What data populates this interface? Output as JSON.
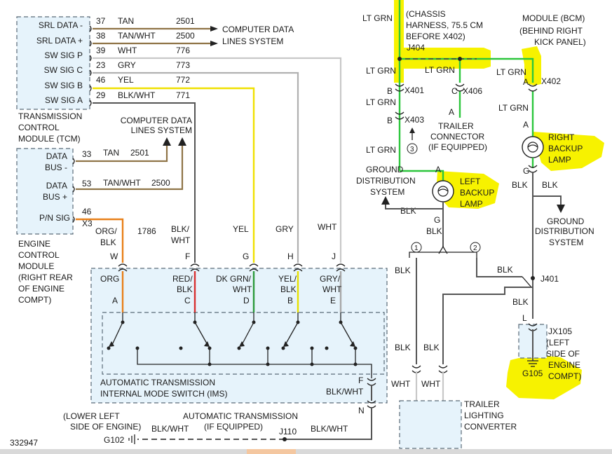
{
  "doc_id": "332947",
  "tcm": {
    "title": [
      "TRANSMISSION",
      "CONTROL",
      "MODULE (TCM)"
    ],
    "pins": [
      {
        "label": "SRL DATA -",
        "num": "37",
        "color": "TAN",
        "circuit": "2501"
      },
      {
        "label": "SRL DATA +",
        "num": "38",
        "color": "TAN/WHT",
        "circuit": "2500"
      },
      {
        "label": "SW SIG P",
        "num": "39",
        "color": "WHT",
        "circuit": "776"
      },
      {
        "label": "SW SIG C",
        "num": "23",
        "color": "GRY",
        "circuit": "773"
      },
      {
        "label": "SW SIG B",
        "num": "46",
        "color": "YEL",
        "circuit": "772"
      },
      {
        "label": "SW SIG A",
        "num": "29",
        "color": "BLK/WHT",
        "circuit": "771"
      }
    ],
    "cdl_top": [
      "COMPUTER DATA",
      "LINES SYSTEM"
    ]
  },
  "ecm": {
    "cdl": [
      "COMPUTER DATA",
      "LINES SYSTEM"
    ],
    "pins": [
      {
        "label": [
          "DATA",
          "BUS -"
        ],
        "num": "33",
        "color": "TAN",
        "circuit": "2501"
      },
      {
        "label": [
          "DATA",
          "BUS +"
        ],
        "num": "53",
        "color": "TAN/WHT",
        "circuit": "2500"
      },
      {
        "label": [
          "P/N SIG"
        ],
        "num": "46",
        "conn": "X3"
      }
    ],
    "title": [
      "ENGINE",
      "CONTROL",
      "MODULE",
      "(RIGHT REAR",
      "OF ENGINE",
      "COMPT)"
    ]
  },
  "ims": {
    "top_wires": [
      {
        "color": [
          "ORG/",
          "BLK"
        ],
        "circuit": "1786",
        "pin": "W"
      },
      {
        "color": [
          "BLK/",
          "WHT"
        ],
        "pin": "F"
      },
      {
        "color": [
          "YEL"
        ],
        "pin": "G"
      },
      {
        "color": [
          "GRY"
        ],
        "pin": "H"
      },
      {
        "color": [
          "WHT"
        ],
        "pin": "J"
      }
    ],
    "inner": [
      {
        "color": [
          "ORG"
        ],
        "pin": "A"
      },
      {
        "color": [
          "RED/",
          "BLK"
        ],
        "pin": "C"
      },
      {
        "color": [
          "DK GRN/",
          "WHT"
        ],
        "pin": "D"
      },
      {
        "color": [
          "YEL/",
          "BLK"
        ],
        "pin": "B"
      },
      {
        "color": [
          "GRY/",
          "WHT"
        ],
        "pin": "E"
      }
    ],
    "title": [
      "AUTOMATIC TRANSMISSION",
      "INTERNAL MODE SWITCH (IMS)"
    ],
    "out_pin_f": "F",
    "out_color": "BLK/WHT",
    "out_pin_n": "N"
  },
  "ground_bottom": {
    "g102_note": [
      "(LOWER LEFT",
      "SIDE OF ENGINE)"
    ],
    "g102": "G102",
    "wire_left": "BLK/WHT",
    "at_note": [
      "AUTOMATIC TRANSMISSION",
      "(IF EQUIPPED)"
    ],
    "splice": "J110",
    "wire_right": "BLK/WHT"
  },
  "right_side": {
    "chassis_note": [
      "(CHASSIS",
      "HARNESS, 75.5 CM",
      "BEFORE X402)"
    ],
    "j404": "J404",
    "bcm_note": [
      "MODULE (BCM)",
      "(BEHIND RIGHT",
      "KICK PANEL)"
    ],
    "lt_grn": "LT GRN",
    "x401": "X401",
    "x403": "X403",
    "x406": "X406",
    "x402": "X402",
    "pin_a": "A",
    "pin_b": "B",
    "pin_c": "C",
    "pin_g": "G",
    "note3": "3",
    "trailer_conn": [
      "TRAILER",
      "CONNECTOR",
      "(IF EQUIPPED)"
    ],
    "ground_dist": [
      "GROUND",
      "DISTRIBUTION",
      "SYSTEM"
    ],
    "left_lamp": [
      "LEFT",
      "BACKUP",
      "LAMP"
    ],
    "right_lamp": [
      "RIGHT",
      "BACKUP",
      "LAMP"
    ],
    "blk": "BLK",
    "note1": "1",
    "note2": "2",
    "j401": "J401",
    "conn_l": "L",
    "jx105": "JX105",
    "jx105_note": [
      "(LEFT",
      "SIDE OF",
      "ENGINE",
      "COMPT)"
    ],
    "g105": "G105",
    "wht": "WHT",
    "tlc": [
      "TRAILER",
      "LIGHTING",
      "CONVERTER"
    ]
  }
}
